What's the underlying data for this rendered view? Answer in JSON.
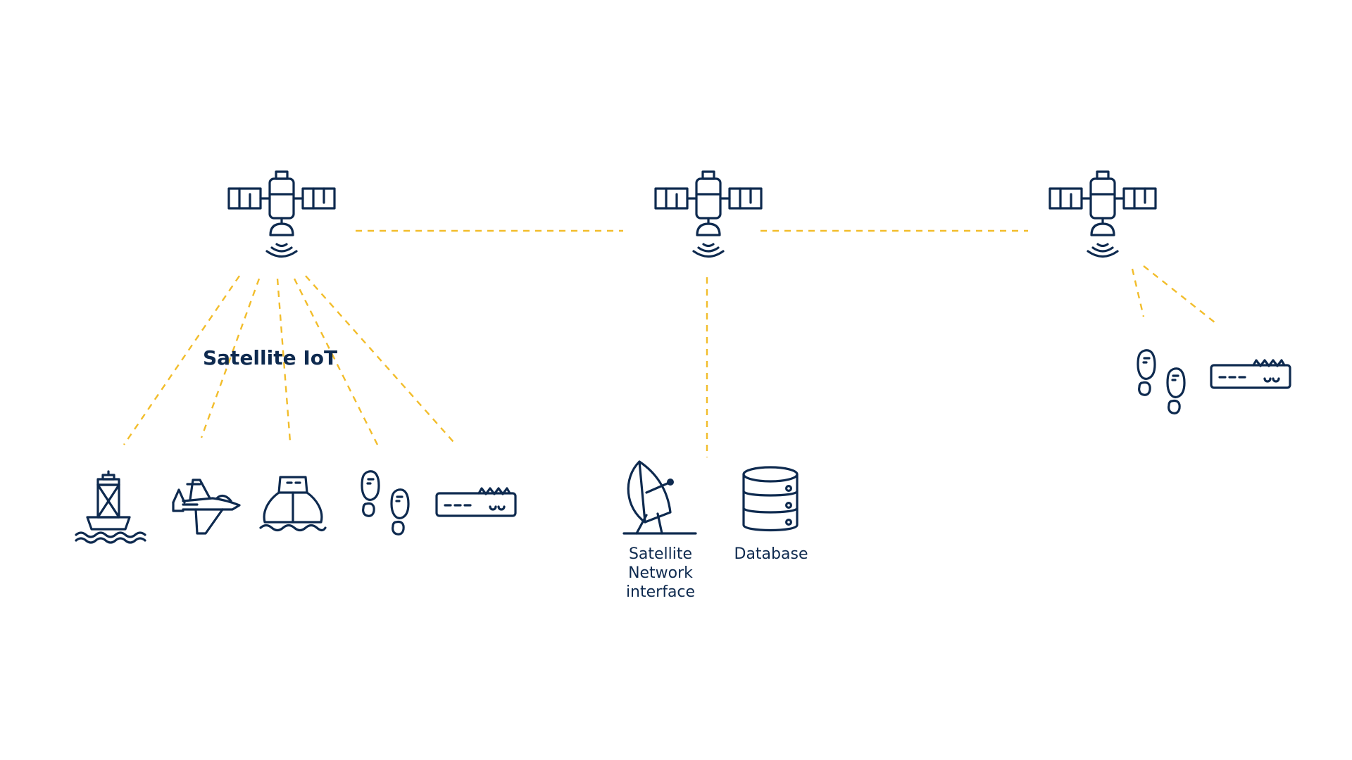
{
  "title": "Satellite IoT",
  "ground_station": {
    "label_lines": [
      "Satellite",
      "Network",
      "interface"
    ]
  },
  "database": {
    "label": "Database"
  },
  "colors": {
    "ink": "#0e2a4f",
    "link": "#f2bd2b",
    "background": "#ffffff"
  },
  "icons": [
    "satellite-icon",
    "buoy-icon",
    "jet-icon",
    "ship-icon",
    "footprints-icon",
    "tracker-device-icon",
    "satellite-dish-icon",
    "database-icon"
  ]
}
